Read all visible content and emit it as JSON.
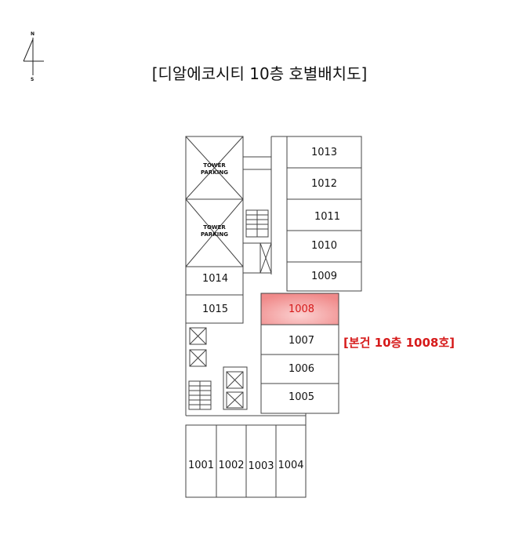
{
  "title": "[디알에코시티 10층 호별배치도]",
  "compass": {
    "north": "N",
    "south": "S"
  },
  "highlight_color": "#f08a8a",
  "parking": [
    {
      "line1": "TOWER",
      "line2": "PARKING"
    },
    {
      "line1": "TOWER",
      "line2": "PARKING"
    }
  ],
  "units": {
    "u1013": "1013",
    "u1012": "1012",
    "u1011": "1011",
    "u1010": "1010",
    "u1009": "1009",
    "u1014": "1014",
    "u1015": "1015",
    "u1008": "1008",
    "u1007": "1007",
    "u1006": "1006",
    "u1005": "1005",
    "u1001": "1001",
    "u1002": "1002",
    "u1003": "1003",
    "u1004": "1004"
  },
  "note": "[본건 10층 1008호]"
}
